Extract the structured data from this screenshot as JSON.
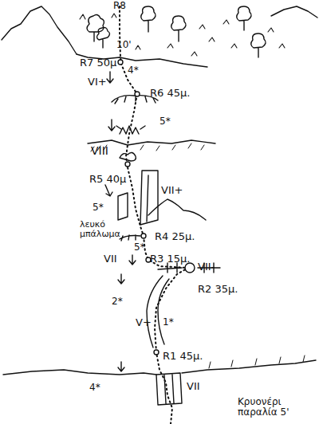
{
  "diagram": {
    "labels": [
      "R8",
      "10'",
      "R7 50μ",
      "4*",
      "VI+",
      "R6 45μ.",
      "5*",
      "VIII",
      "R5 40μ",
      "VII+",
      "5*",
      "λευκό μπάλωμα",
      "R4 25μ.",
      "5*",
      "VII",
      "R3 15μ.",
      "VII-",
      "R2 35μ.",
      "2*",
      "V+",
      "1*",
      "R1 45μ.",
      "4*",
      "VII",
      "Κρυονέρι παραλία 5'"
    ]
  }
}
